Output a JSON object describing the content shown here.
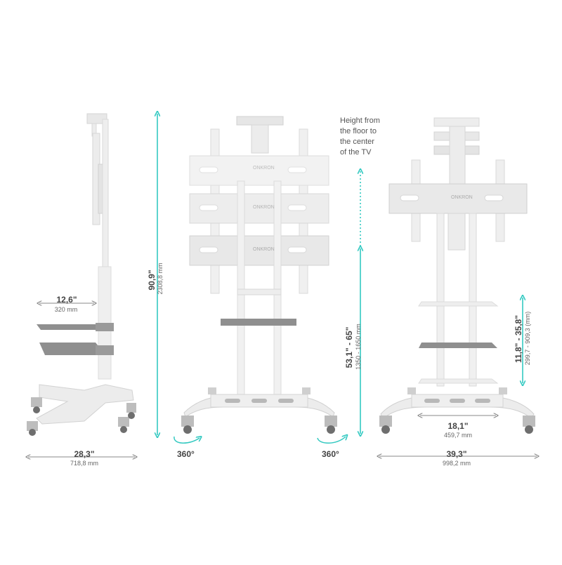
{
  "colors": {
    "accent": "#33c9c1",
    "frame": "#e6e6e6",
    "frame_edge": "#cfcfcf",
    "shelf": "#8f8f8f",
    "shelf_light": "#e9e9e9",
    "dim_gray": "#8a8a8a"
  },
  "side_view": {
    "shelf_width_in": "12,6\"",
    "shelf_width_mm": "320 mm",
    "base_width_in": "28,3\"",
    "base_width_mm": "718,8 mm"
  },
  "total_height": {
    "inches": "90,9\"",
    "mm": "2308,8 mm"
  },
  "front_view": {
    "brand": "ONKRON",
    "rotation_left": "360°",
    "rotation_right": "360°"
  },
  "tv_center_height": {
    "note": "Height from\nthe floor to\nthe center\nof the TV",
    "inches": "53,1\" - 65\"",
    "mm": "1350 - 1650 mm"
  },
  "three_quarter_view": {
    "brand": "ONKRON",
    "wheel_spacing_in": "18,1\"",
    "wheel_spacing_mm": "459,7 mm",
    "base_width_in": "39,3\"",
    "base_width_mm": "998,2 mm",
    "shelf_height_in": "11,8\" - 35,8\"",
    "shelf_height_mm": "299,7 - 909,3 (mm)"
  }
}
